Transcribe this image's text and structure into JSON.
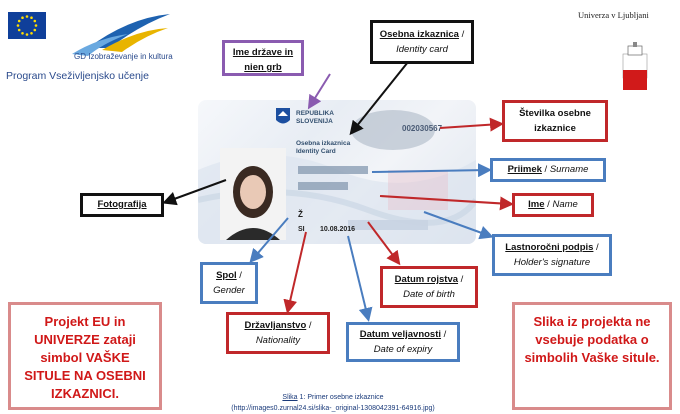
{
  "header": {
    "gd_text": "GD Izobraževanje in kultura",
    "program": "Program Vseživljenjsko učenje",
    "university": "Univerza v Ljubljani"
  },
  "card": {
    "country_line1": "REPUBLIKA",
    "country_line2": "SLOVENIJA",
    "title_line1": "Osebna izkaznica",
    "title_line2": "Identity Card",
    "number": "002030567",
    "sex": "Ž",
    "citizenship": "SI",
    "date": "10.08.2016"
  },
  "labels": {
    "identity_card": {
      "bold": "Osebna izkaznica",
      "sep": " /",
      "italic": "Identity card"
    },
    "country": {
      "bold": "Ime države in nien grb"
    },
    "number": {
      "bold": "Številka osebne izkaznice"
    },
    "surname": {
      "bold": "Priimek",
      "sep": " / ",
      "italic": "Surname"
    },
    "name": {
      "bold": "Ime",
      "sep": " / ",
      "italic": "Name"
    },
    "photo": {
      "bold": "Fotografija"
    },
    "signature": {
      "bold": "Lastnoročni podpis",
      "sep": " /",
      "italic": "Holder's signature"
    },
    "sex": {
      "bold": "Spol",
      "sep": " /",
      "italic": "Gender"
    },
    "birth": {
      "bold": "Datum rojstva",
      "sep": " /",
      "italic": "Date of birth"
    },
    "nationality": {
      "bold": "Državljanstvo",
      "sep": " /",
      "italic": "Nationality"
    },
    "expiry": {
      "bold": "Datum veljavnosti",
      "sep": " /",
      "italic": "Date of expiry"
    }
  },
  "left_note": "Projekt EU in UNIVERZE zataji simbol VAŠKE SITULE NA OSEBNI IZKAZNICI.",
  "right_note": "Slika iz projekta ne vsebuje podatka o simbolih Vaške situle.",
  "caption": {
    "line1_prefix": "Slika",
    "line1_rest": " 1: Primer osebne izkaznice",
    "line2": "(http://images0.zurnal24.si/slika-_original-1308042391-64916.jpg)"
  },
  "colors": {
    "red": "#c0282a",
    "blue": "#4a7dbf",
    "purple": "#8a5bb0",
    "black": "#111111"
  }
}
